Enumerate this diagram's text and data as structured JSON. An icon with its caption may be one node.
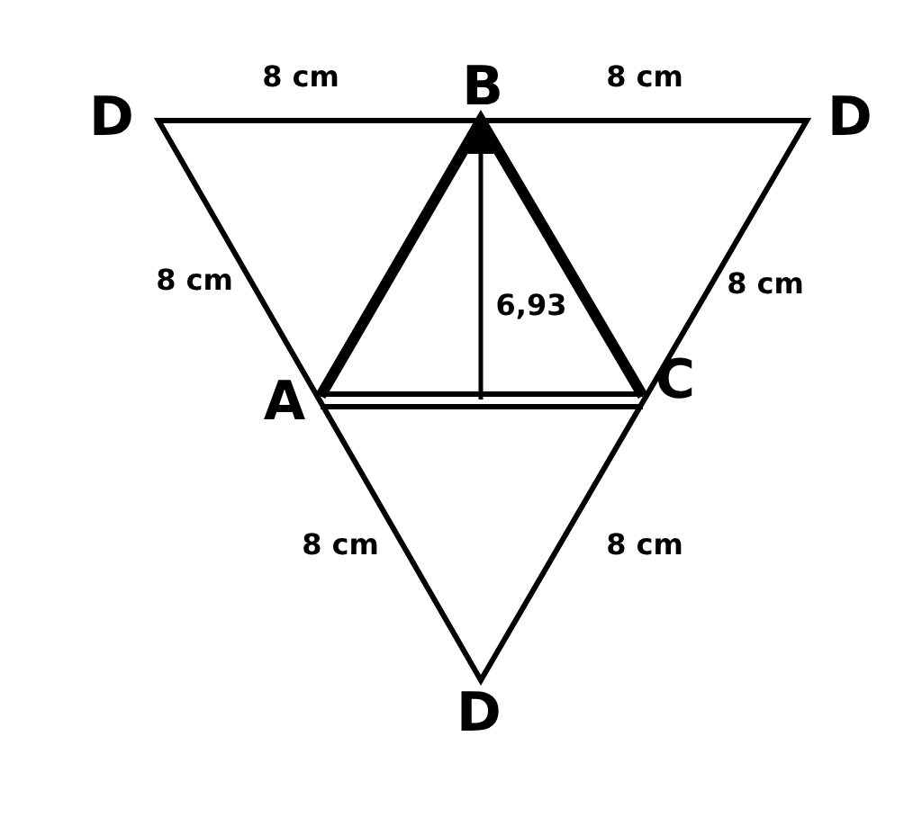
{
  "diagram": {
    "labels": [
      "D",
      "8 cm",
      "B",
      "8 cm",
      "D",
      "8 cm",
      "8 cm",
      "6,93",
      "A",
      "C",
      "8 cm",
      "8 cm",
      "D"
    ]
  }
}
